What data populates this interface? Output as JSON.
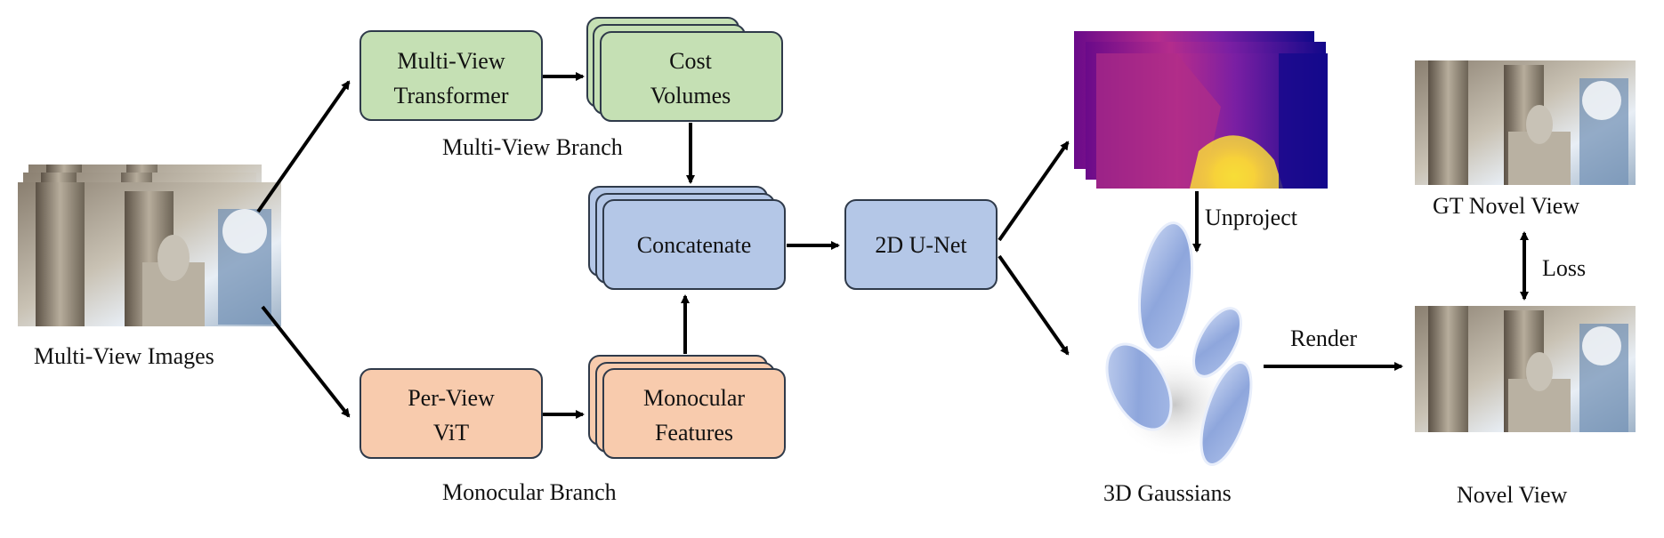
{
  "colors": {
    "green_fill": "#c5e0b4",
    "blue_fill": "#b4c7e7",
    "orange_fill": "#f8cbad",
    "stroke": "#2f3a4a",
    "arrow": "#000000"
  },
  "boxes": {
    "multiview_transformer": [
      "Multi-View",
      "Transformer"
    ],
    "cost_volumes": [
      "Cost",
      "Volumes"
    ],
    "concatenate": "Concatenate",
    "unet": "2D U-Net",
    "perview_vit": [
      "Per-View",
      "ViT"
    ],
    "monocular_features": [
      "Monocular",
      "Features"
    ]
  },
  "labels": {
    "multiview_images": "Multi-View Images",
    "multiview_branch": "Multi-View Branch",
    "monocular_branch": "Monocular Branch",
    "unproject": "Unproject",
    "gaussians": "3D Gaussians",
    "render": "Render",
    "gt_novel_view": "GT Novel View",
    "loss": "Loss",
    "novel_view": "Novel View"
  }
}
